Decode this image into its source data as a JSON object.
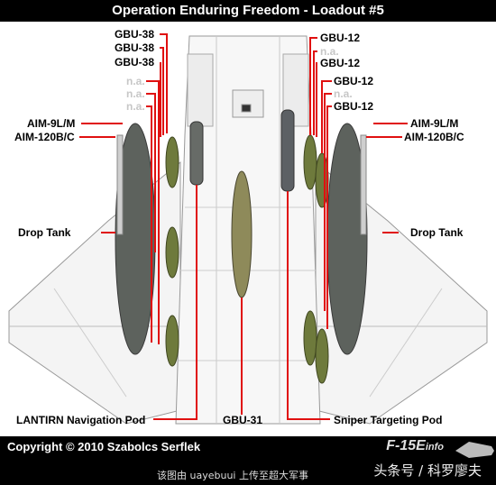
{
  "title": "Operation Enduring Freedom - Loadout #5",
  "left_labels": {
    "gbu38_1": "GBU-38",
    "gbu38_2": "GBU-38",
    "gbu38_3": "GBU-38",
    "na_1": "n.a.",
    "na_2": "n.a.",
    "na_3": "n.a.",
    "aim9": "AIM-9L/M",
    "aim120": "AIM-120B/C",
    "drop_tank": "Drop Tank",
    "lantirn": "LANTIRN Navigation Pod"
  },
  "right_labels": {
    "gbu12_1": "GBU-12",
    "na_1": "n.a.",
    "gbu12_2": "GBU-12",
    "gbu12_3": "GBU-12",
    "na_2": "n.a.",
    "gbu12_4": "GBU-12",
    "aim9": "AIM-9L/M",
    "aim120": "AIM-120B/C",
    "drop_tank": "Drop Tank",
    "sniper": "Sniper Targeting Pod"
  },
  "center_label": "GBU-31",
  "footer": {
    "copyright": "Copyright © 2010 Szabolcs Serflek",
    "brand": "F-15E",
    "brand_suffix": "info"
  },
  "caption": {
    "text": "该图由 uayebuui 上传至超大军事",
    "source": "头条号 / 科罗廖夫"
  },
  "colors": {
    "leader_line": "#e01010",
    "tank": "#5a5f5a",
    "bomb": "#6e7a3c",
    "airframe": "#9a9a9a"
  }
}
